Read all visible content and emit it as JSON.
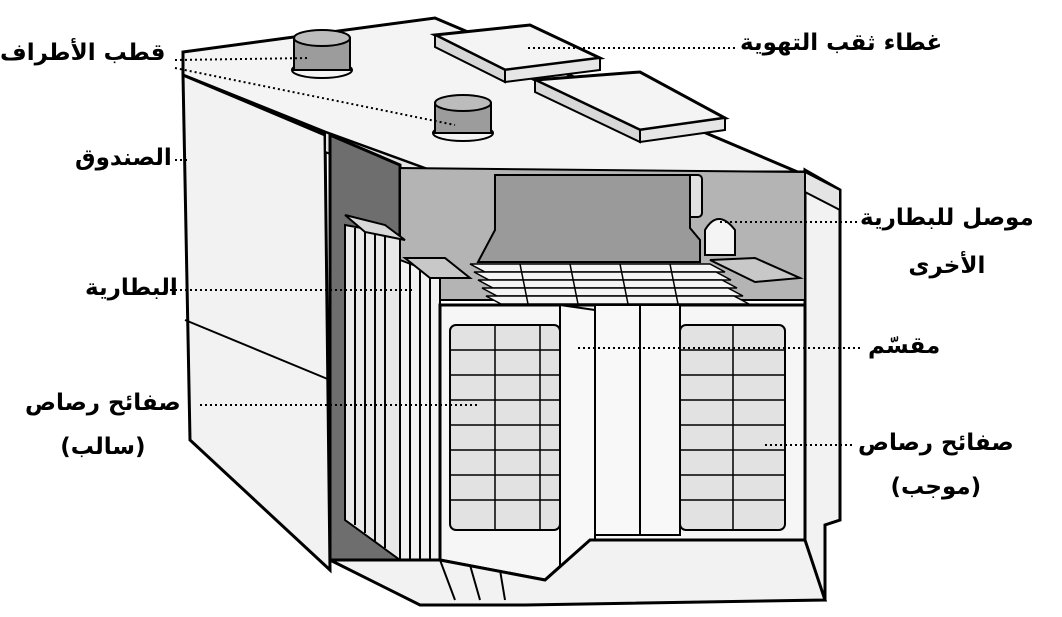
{
  "labels": {
    "terminal_posts": "قطب الأطراف",
    "vent_cap": "غطاء ثقب التهوية",
    "case": "الصندوق",
    "connector_line1": "موصل للبطارية",
    "connector_line2": "الأخرى",
    "battery": "البطارية",
    "separator": "مقسّم",
    "negative_plates_line1": "صفائح رصاص",
    "negative_plates_line2": "(سالب)",
    "positive_plates_line1": "صفائح رصاص",
    "positive_plates_line2": "(موجب)"
  },
  "colors": {
    "outline": "#000000",
    "light_fill": "#f2f2f2",
    "mid_fill": "#c8c8c8",
    "dark_fill": "#6e6e6e",
    "interior_fill": "#b4b4b4",
    "background": "#ffffff"
  }
}
